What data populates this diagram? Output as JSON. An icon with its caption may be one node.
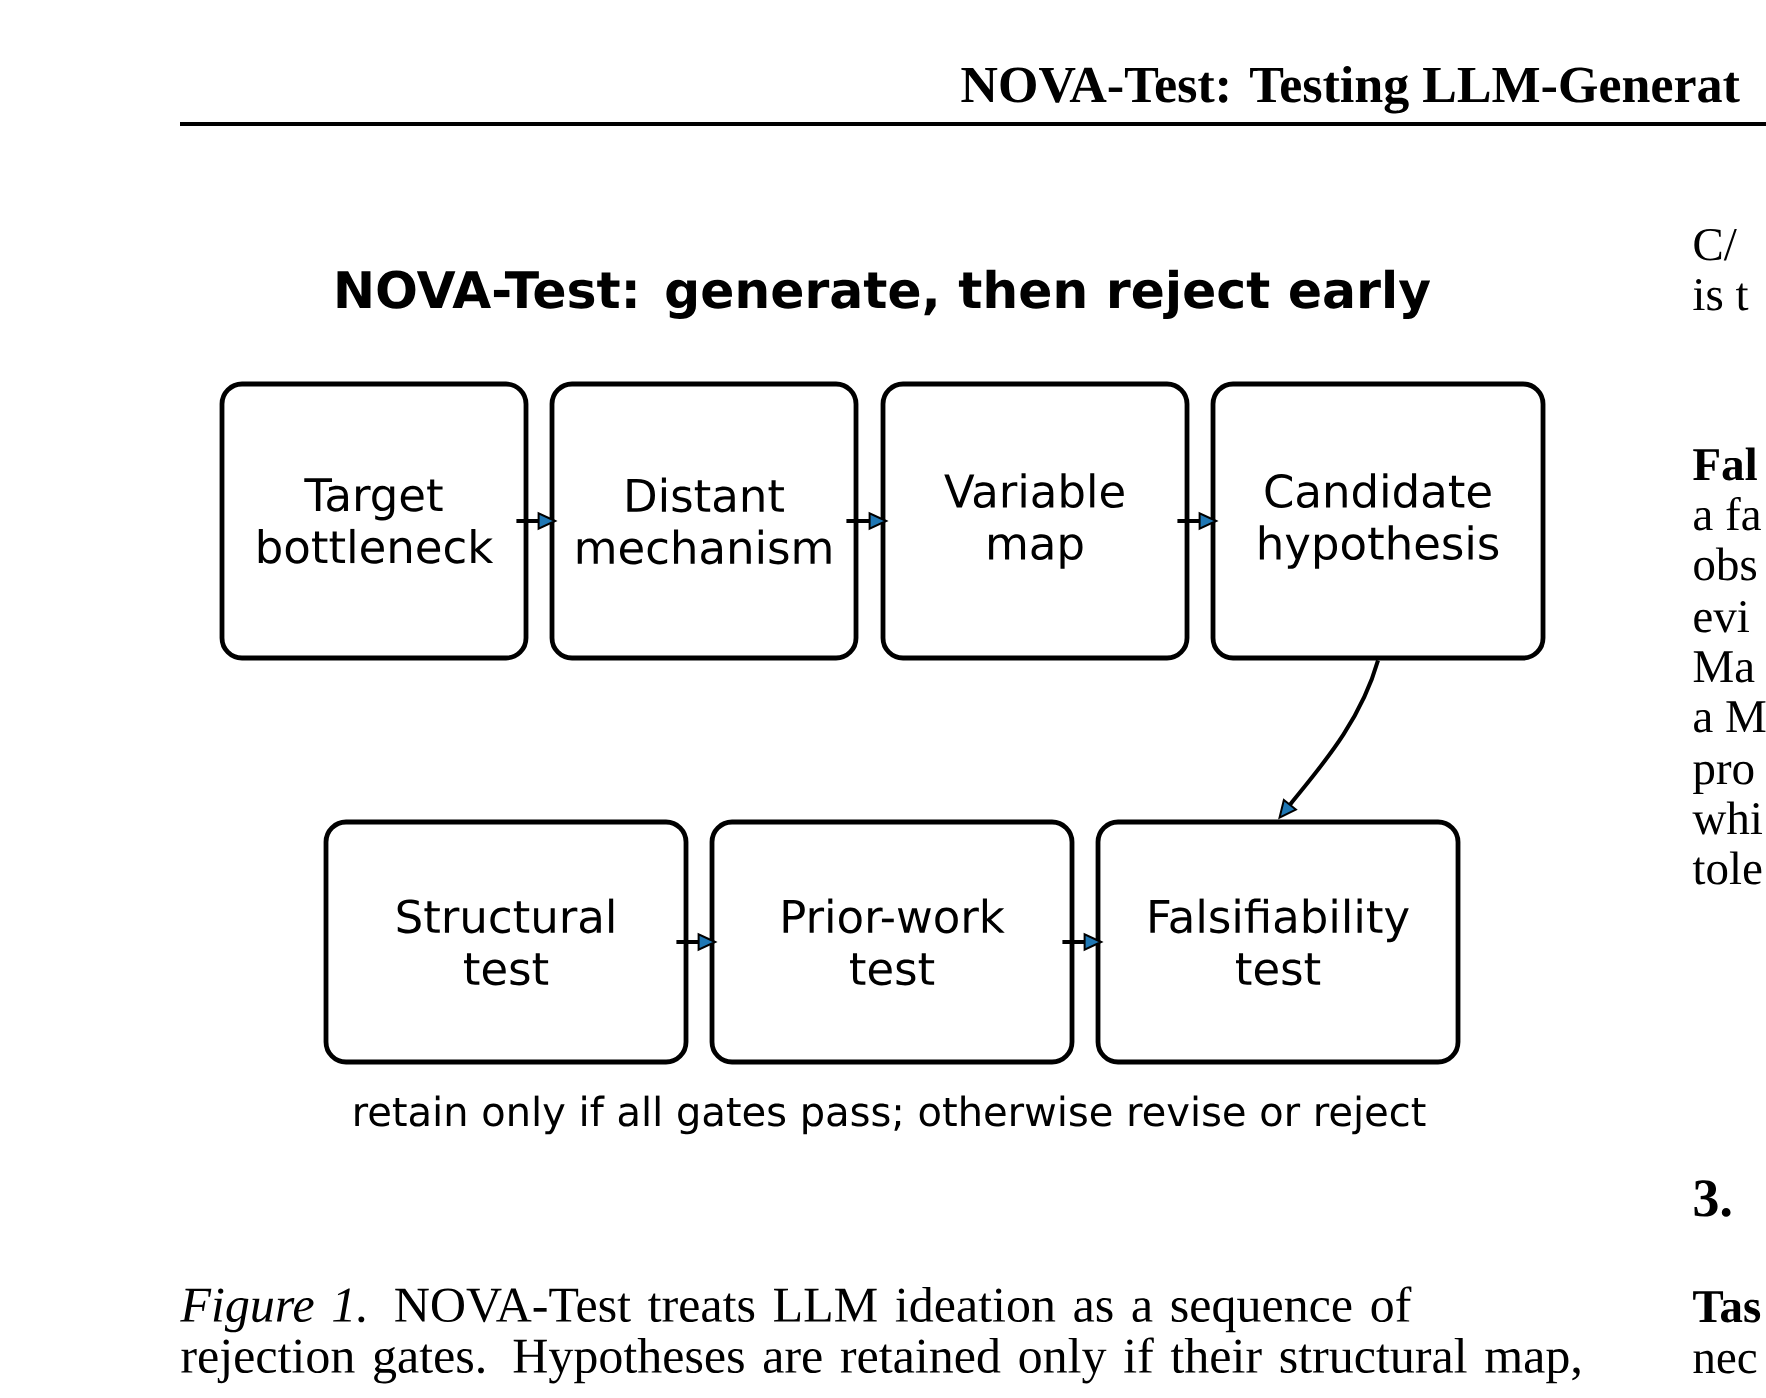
{
  "diagram": {
    "title": "NOVA-Test: generate, then reject early",
    "caption": "*Figure 1.* NOVA-Test treats LLM ideation as a sequence of rejection gates. Hypotheses are retained only if their structural map,",
    "nodes": [
      {
        "text": [
          "Target bottleneck"
        ]
      },
      {
        "text": [
          "Distant mechanism"
        ]
      },
      {
        "text": [
          "Variable map"
        ]
      },
      {
        "text": [
          "Candidate hypothesis"
        ]
      },
      {
        "text": [
          "Structural test"
        ]
      },
      {
        "text": [
          "Prior-work test"
        ]
      },
      {
        "text": [
          "Falsifiability test"
        ]
      }
    ],
    "edges": [
      {
        "from": 0,
        "to": 1,
        "arrow": "to"
      },
      {
        "from": 1,
        "to": 2,
        "arrow": "to"
      },
      {
        "from": 2,
        "to": 3,
        "arrow": "to"
      },
      {
        "from": 3,
        "to": 6,
        "arrow": "to"
      },
      {
        "from": 4,
        "to": 5,
        "arrow": "to"
      },
      {
        "from": 5,
        "to": 6,
        "arrow": "to"
      }
    ],
    "labels": [
      "NOVA-Test: Testing LLM-Generat",
      "C/",
      "is t",
      "Fal",
      "a fa",
      "obs",
      "evi",
      "Ma",
      "a M",
      "pro",
      "whi",
      "tole",
      "retain only if all gates pass; otherwise revise or reject",
      "3.",
      "Tas",
      "nec"
    ]
  }
}
